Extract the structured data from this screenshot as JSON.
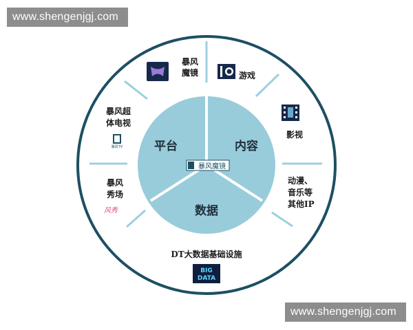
{
  "watermark_top": "www.shengenjgj.com",
  "watermark_bottom": "www.shengenjgj.com",
  "center": {
    "logo_text": "暴风魔镜",
    "segments": [
      "平台",
      "内容",
      "数据"
    ]
  },
  "outer_items": {
    "vr_mirror": [
      "暴风",
      "魔镜"
    ],
    "games": "游戏",
    "film": "影视",
    "anime_music": [
      "动漫、",
      "音乐等",
      "其他IP"
    ],
    "bigdata": "DT大数据基础设施",
    "show": [
      "暴风",
      "秀场"
    ],
    "tv": [
      "暴风超",
      "体电视"
    ]
  },
  "icons": {
    "bigdata_text": [
      "BIG",
      "DATA"
    ],
    "tv_caption": "暴风TV",
    "show_logo": "风秀"
  },
  "colors": {
    "ring": "#1d4f63",
    "pie": "#99ccda",
    "spokes": "#9ccfe0",
    "dark_icon": "#16294a"
  }
}
